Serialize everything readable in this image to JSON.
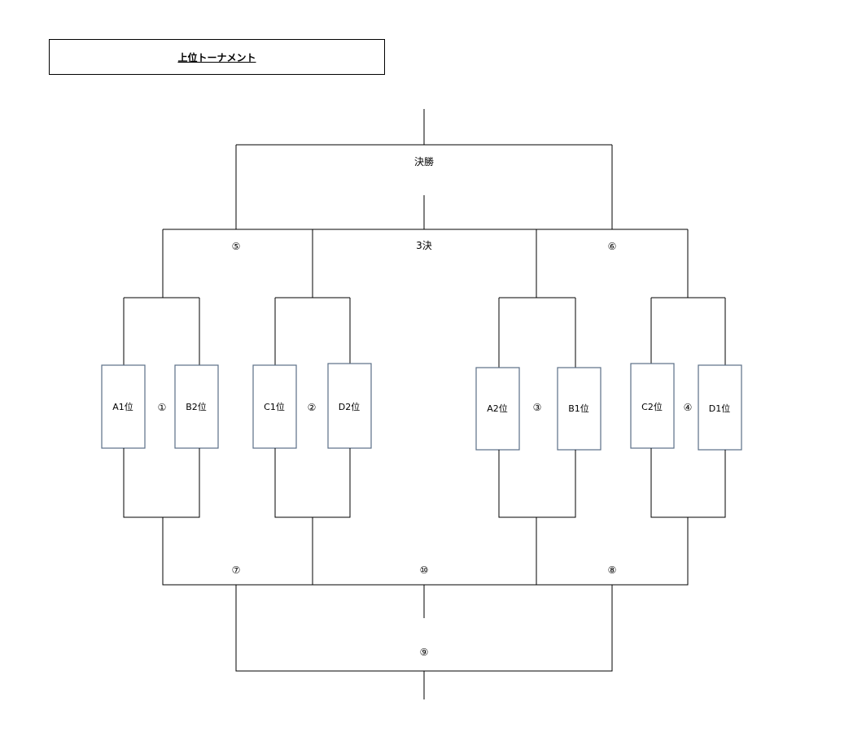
{
  "title": "上位トーナメント",
  "final_label": "決勝",
  "third_place_label": "3決",
  "match_labels": [
    "①",
    "②",
    "③",
    "④",
    "⑤",
    "⑥",
    "⑦",
    "⑧",
    "⑨",
    "⑩"
  ],
  "teams": [
    "A1位",
    "B2位",
    "C1位",
    "D2位",
    "A2位",
    "B1位",
    "C2位",
    "D1位"
  ],
  "colors": {
    "line": "#000000",
    "team_border": "#5a6f87"
  }
}
